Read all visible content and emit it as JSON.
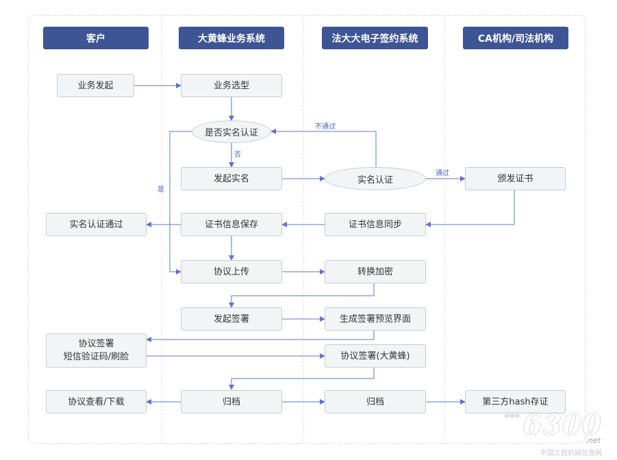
{
  "lanes": [
    "客户",
    "大黄蜂业务系统",
    "法大大电子签约系统",
    "CA机构/司法机构"
  ],
  "nodes": {
    "business_initiate": "业务发起",
    "business_select": "业务选型",
    "realname_check": "是否实名认证",
    "initiate_realname": "发起实名",
    "realname_auth": "实名认证",
    "issue_cert": "颁发证书",
    "realname_passed": "实名认证通过",
    "cert_save": "证书信息保存",
    "cert_sync": "证书信息同步",
    "agreement_upload": "协议上传",
    "convert_encrypt": "转换加密",
    "initiate_sign": "发起签署",
    "generate_preview": "生成签署预览界面",
    "customer_sign_line1": "协议签署",
    "customer_sign_line2": "短信验证码/刷脸",
    "agreement_sign_dhf": "协议签署(大黄蜂)",
    "view_download": "协议查看/下载",
    "archive_business": "归档",
    "archive_fdd": "归档",
    "third_party_hash": "第三方hash存证"
  },
  "edge_labels": {
    "not_passed": "不通过",
    "no": "否",
    "yes": "是",
    "passed": "通过"
  },
  "watermark": {
    "big": "6300",
    "net": ".net",
    "www": "www.",
    "sub": "中国工程机械信息网"
  },
  "colors": {
    "header": "#3d5495",
    "arrow": "#5a74d6",
    "label": "#4a63d0"
  }
}
